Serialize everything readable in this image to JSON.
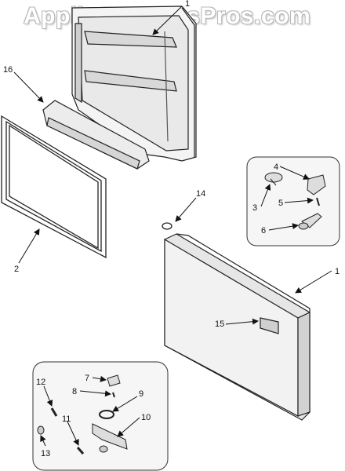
{
  "watermark": "AppliancePartsPros.com",
  "callouts": {
    "c1_top": "1",
    "c16": "16",
    "c2": "2",
    "c14": "14",
    "c4": "4",
    "c3": "3",
    "c5": "5",
    "c6": "6",
    "c1_right": "1",
    "c15": "15",
    "c7": "7",
    "c8": "8",
    "c9": "9",
    "c12": "12",
    "c10": "10",
    "c11": "11",
    "c13": "13"
  },
  "colors": {
    "line": "#111111",
    "panel": "#f2f2f2",
    "door": "#e6e6e6"
  }
}
